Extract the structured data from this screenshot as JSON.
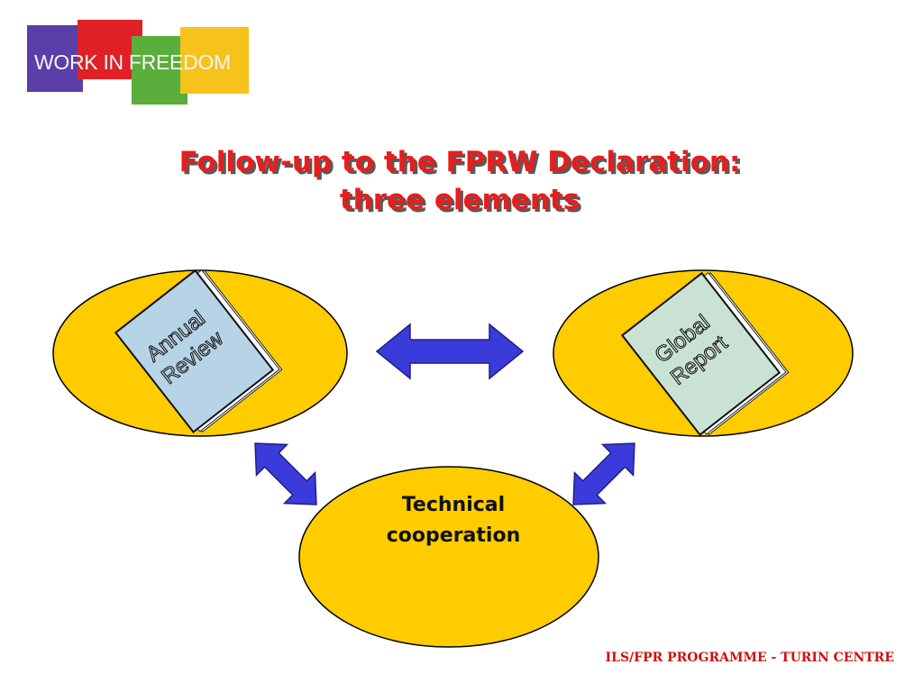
{
  "logo": {
    "text": "WORK IN FREEDOM",
    "colors": [
      "#5b3ea8",
      "#e01f26",
      "#5aae3c",
      "#f6c21c"
    ]
  },
  "title": {
    "line1": "Follow-up to the FPRW Declaration:",
    "line2": "three elements"
  },
  "nodes": {
    "annual_review": {
      "book_line1": "Annual",
      "book_line2": "Review"
    },
    "global_report": {
      "book_line1": "Global",
      "book_line2": "Report"
    },
    "technical_cooperation": {
      "line1": "Technical",
      "line2": "cooperation"
    }
  },
  "colors": {
    "ellipse_fill": "#ffcc00",
    "arrow_fill": "#3b3bdc",
    "annual_book": "#b7d3e6",
    "global_book": "#c9e2d4",
    "title": "#e61e1e"
  },
  "footer": "ILS/FPR PROGRAMME - TURIN CENTRE"
}
